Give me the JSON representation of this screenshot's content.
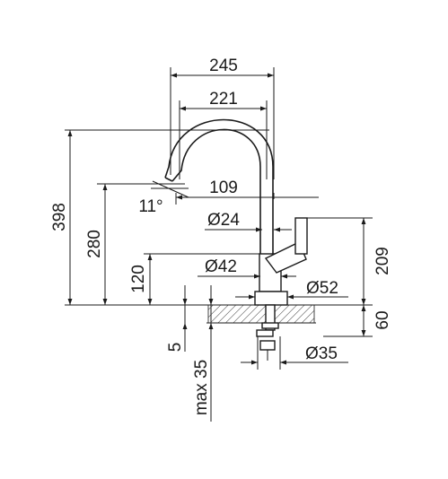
{
  "drawing": {
    "dimensions": {
      "overall_width": "245",
      "spout_reach": "221",
      "total_height": "398",
      "spout_outlet_height": "280",
      "body_offset": "109",
      "spout_angle": "11°",
      "spout_diameter": "Ø24",
      "body_height": "120",
      "body_diameter": "Ø42",
      "base_diameter": "Ø52",
      "lever_height": "209",
      "base_thickness": "5",
      "max_deck_thickness": "max 35",
      "shank_length": "60",
      "shank_diameter": "Ø35"
    },
    "colors": {
      "line": "#1a1a1a",
      "background": "#ffffff"
    }
  }
}
